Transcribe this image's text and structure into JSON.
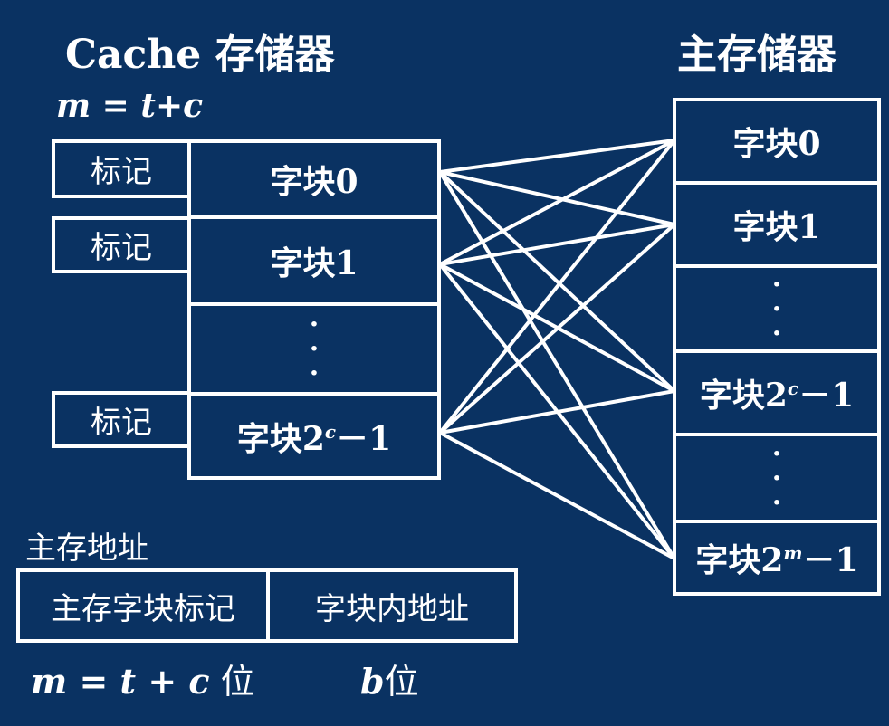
{
  "cache": {
    "title": "Cache 存储器",
    "formula": "m = t+c",
    "tags": [
      "标记",
      "标记",
      "标记"
    ],
    "blocks": [
      {
        "label": "字块0"
      },
      {
        "label": "字块1"
      },
      {
        "label": "⋮"
      },
      {
        "label_pre": "字块2",
        "sup": "c",
        "label_post": "－1"
      }
    ]
  },
  "main": {
    "title": "主存储器",
    "blocks": [
      {
        "label": "字块0"
      },
      {
        "label": "字块1"
      },
      {
        "label": "⋮"
      },
      {
        "label_pre": "字块2",
        "sup": "c",
        "label_post": "－1"
      },
      {
        "label": "⋮"
      },
      {
        "label_pre": "字块2",
        "sup": "m",
        "label_post": "－1"
      }
    ]
  },
  "address": {
    "caption": "主存地址",
    "field1": "主存字块标记",
    "field2": "字块内地址",
    "bits1_var": "m",
    "bits1_eq": " = ",
    "bits1_t": "t",
    "bits1_plus": " + ",
    "bits1_c": "c",
    "bits1_unit": " 位",
    "bits2_var": "b",
    "bits2_unit": "位"
  },
  "colors": {
    "background": "#0a3262",
    "foreground": "#ffffff"
  }
}
